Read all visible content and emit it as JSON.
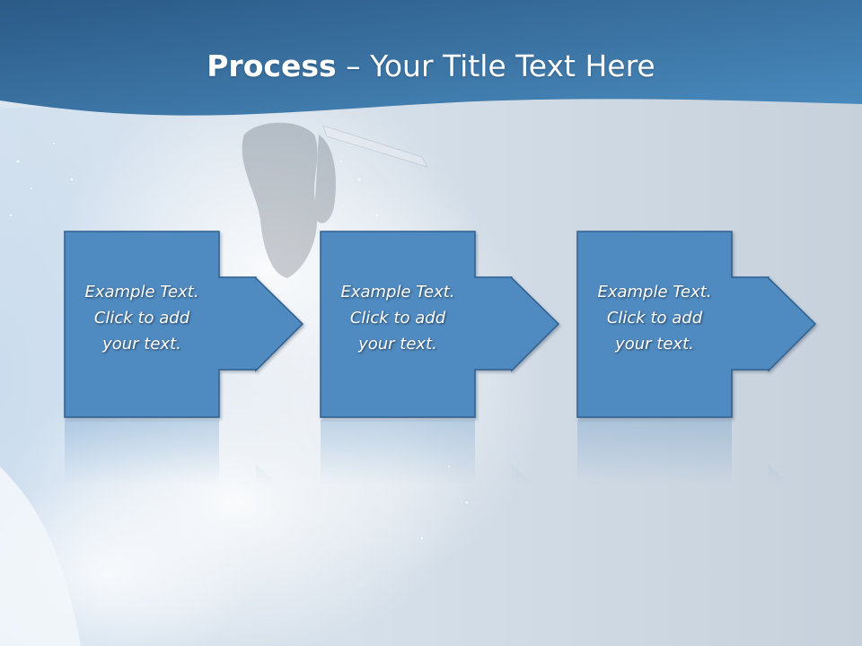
{
  "slide": {
    "title": {
      "bold": "Process",
      "separator": " – ",
      "rest": "Your Title Text Here"
    },
    "steps": [
      {
        "line1": "Example Text.",
        "line2": "Click  to add",
        "line3": "your text."
      },
      {
        "line1": "Example Text.",
        "line2": "Click  to add",
        "line3": "your text."
      },
      {
        "line1": "Example Text.",
        "line2": "Click  to add",
        "line3": "your text."
      }
    ]
  },
  "colors": {
    "header_dark": "#2b5a86",
    "header_light": "#4a8cc0",
    "box_fill": "#4f8ac0",
    "box_stroke": "#2f5f8f",
    "text": "#ffffff"
  }
}
